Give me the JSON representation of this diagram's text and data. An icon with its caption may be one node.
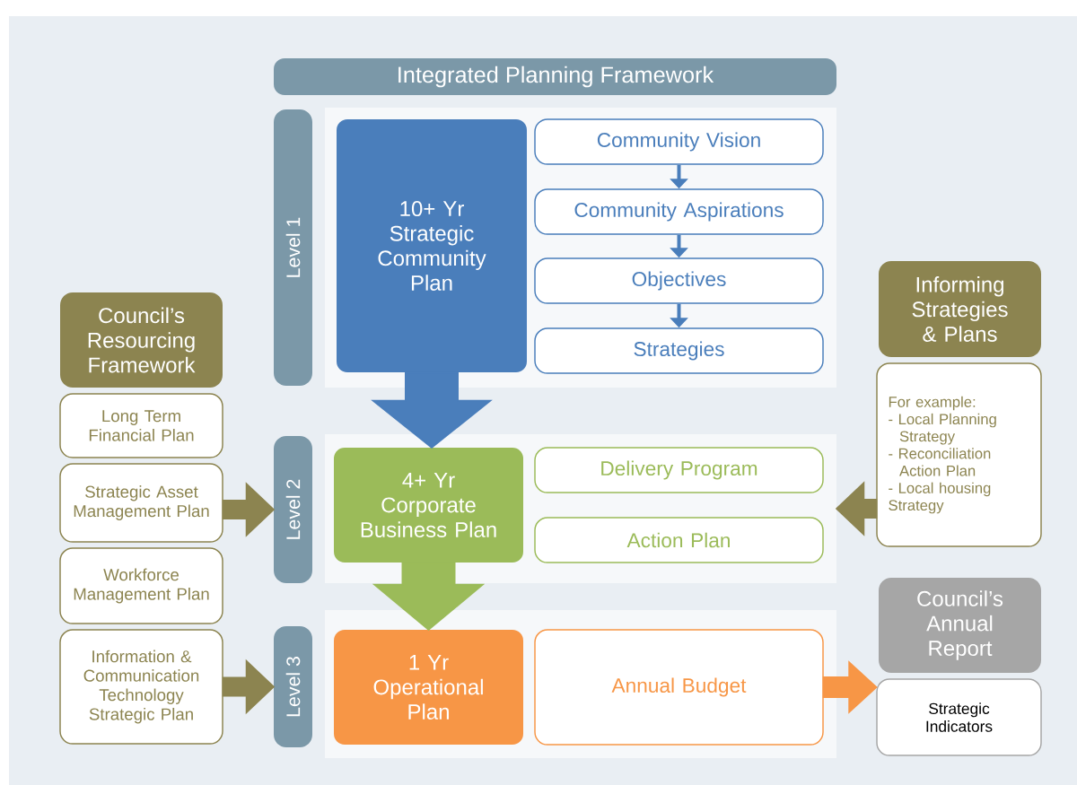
{
  "diagram": {
    "title": "Integrated Planning Framework",
    "nodes": [
      {
        "text": [
          "Level 1"
        ]
      },
      {
        "text": [],
        "shape": "box"
      },
      {
        "text": [
          "10+ Yr Strategic Community Plan"
        ],
        "in": 1
      },
      {
        "text": [
          "Community Vision"
        ],
        "in": 1
      },
      {
        "text": [
          "Community Aspirations"
        ],
        "in": 1
      },
      {
        "text": [
          "Objectives"
        ],
        "in": 1
      },
      {
        "text": [
          "Strategies"
        ],
        "in": 1
      },
      {
        "text": [
          "Level 2"
        ]
      },
      {
        "text": [],
        "shape": "box"
      },
      {
        "text": [
          "4+ Yr Corporate Business Plan"
        ],
        "in": 8
      },
      {
        "text": [
          "Delivery Program"
        ],
        "in": 8
      },
      {
        "text": [
          "Action Plan"
        ],
        "in": 8
      },
      {
        "text": [
          "Level 3"
        ]
      },
      {
        "text": [],
        "shape": "box"
      },
      {
        "text": [
          "1 Yr Operational Plan"
        ],
        "in": 13
      },
      {
        "text": [
          "Annual Budget"
        ],
        "in": 13
      },
      {
        "text": [
          "Council’s Resourcing Framework"
        ]
      },
      {
        "text": [
          "Long Term Financial Plan"
        ]
      },
      {
        "text": [
          "Strategic Asset Management Plan"
        ]
      },
      {
        "text": [
          "Workforce Management Plan"
        ]
      },
      {
        "text": [
          "Information & Communication Technology Strategic Plan"
        ]
      },
      {
        "text": [
          "Informing Strategies & Plans"
        ]
      },
      {
        "text": [
          "For example:",
          "- Local Planning Strategy",
          "- Reconciliation Action Plan",
          "- Local housing Strategy"
        ]
      },
      {
        "text": [
          "Council’s Annual Report"
        ]
      },
      {
        "text": [
          "Strategic Indicators"
        ]
      }
    ],
    "edges": [
      {
        "from": 3,
        "to": 4,
        "arrow": "to"
      },
      {
        "from": 4,
        "to": 5,
        "arrow": "to"
      },
      {
        "from": 5,
        "to": 6,
        "arrow": "to"
      },
      {
        "from": 2,
        "to": 9,
        "arrow": "to",
        "style": "thick"
      },
      {
        "from": 9,
        "to": 14,
        "arrow": "to",
        "style": "thick",
        "color": "#9bbb59"
      },
      {
        "from": 18,
        "to": 7,
        "arrow": "to",
        "style": "thick",
        "color": "#8c8450"
      },
      {
        "from": 20,
        "to": 12,
        "arrow": "to",
        "style": "thick",
        "color": "#8c8450"
      },
      {
        "from": 22,
        "to": 8,
        "arrow": "to",
        "style": "thick",
        "color": "#8c8450"
      },
      {
        "from": 15,
        "to": 24,
        "arrow": "to",
        "style": "thick",
        "color": "#f79646"
      }
    ]
  }
}
